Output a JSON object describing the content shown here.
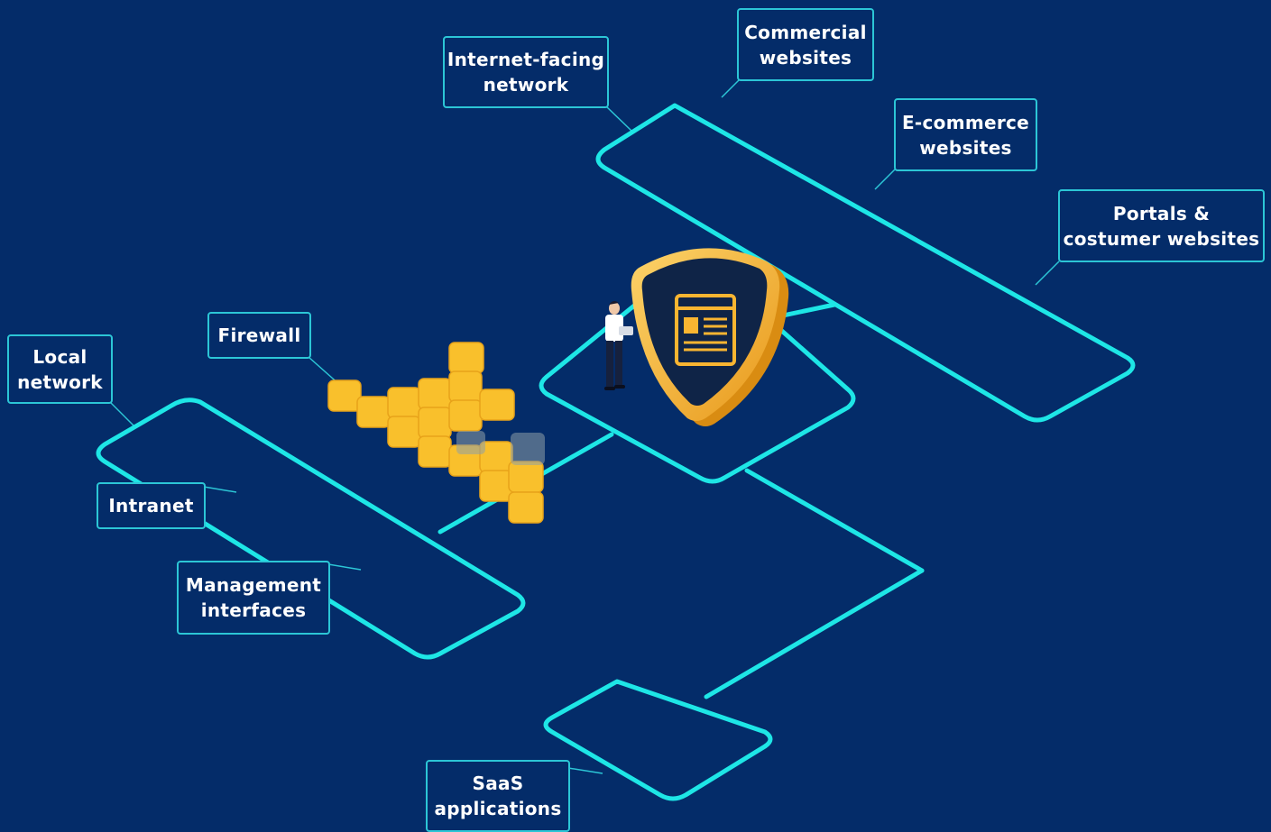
{
  "colors": {
    "background": "#042c69",
    "network_line": "#1ee6e6",
    "label_border": "#2cc6d6",
    "window_frame": "#fde7b0",
    "window_top": "#f6b91c",
    "window_panel": "#f6b455",
    "shield_gold": "#f9b531",
    "shield_dark": "#0f2447"
  },
  "labels": {
    "internet_facing": [
      "Internet-facing",
      "network"
    ],
    "commercial": [
      "Commercial",
      "websites"
    ],
    "ecommerce": [
      "E-commerce",
      "websites"
    ],
    "portals": [
      "Portals &",
      "costumer websites"
    ],
    "firewall": [
      "Firewall"
    ],
    "local_network": [
      "Local",
      "network"
    ],
    "intranet": [
      "Intranet"
    ],
    "management": [
      "Management",
      "interfaces"
    ],
    "saas": [
      "SaaS",
      "applications"
    ]
  },
  "icons": {
    "shield": "shield-icon",
    "browser_window": "browser-window-icon",
    "firewall": "firewall-bricks-icon",
    "person": "person-with-laptop-icon"
  }
}
